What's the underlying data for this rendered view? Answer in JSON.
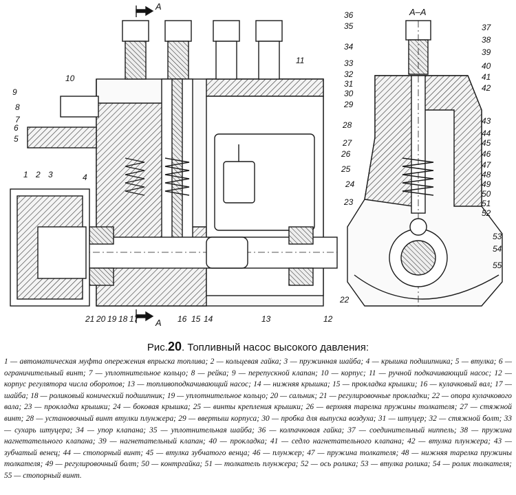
{
  "section_marks": {
    "arrow_top": "A",
    "arrow_bottom": "A",
    "view_title": "A–A"
  },
  "callouts_left": [
    "1",
    "2",
    "3",
    "4",
    "5",
    "6",
    "7",
    "8",
    "9",
    "10",
    "11",
    "12",
    "13",
    "14",
    "15",
    "16",
    "17",
    "18",
    "19",
    "20",
    "21"
  ],
  "callouts_right": [
    "22",
    "23",
    "24",
    "25",
    "26",
    "27",
    "28",
    "29",
    "30",
    "31",
    "32",
    "33",
    "34",
    "35",
    "36",
    "37",
    "38",
    "39",
    "40",
    "41",
    "42",
    "43",
    "44",
    "45",
    "46",
    "47",
    "48",
    "49",
    "50",
    "51",
    "52",
    "53",
    "54",
    "55"
  ],
  "caption": {
    "prefix": "Рис.",
    "number": "20",
    "text": ". Топливный насос высокого давления:"
  },
  "legend": [
    "1 — автоматическая муфта опережения впрыска топлива;",
    "2 — кольцевая гайка;",
    "3 — пружинная шайба;",
    "4 — крышка подшипника;",
    "5 — втулка;",
    "6 — ограничительный винт;",
    "7 — уплотнительное кольцо;",
    "8 — рейка;",
    "9 — перепускной клапан;",
    "10 — корпус;",
    "11 — ручной подкачивающий насос;",
    "12 — корпус регулятора числа оборотов;",
    "13 — топливоподкачивающий насос;",
    "14 — нижняя крышка;",
    "15 — прокладка крышки;",
    "16 — кулачковый вал;",
    "17 — шайба;",
    "18 — роликовый конический подшипник;",
    "19 — уплотнительное кольцо;",
    "20 — сальник;",
    "21 — регулировочные прокладки;",
    "22 — опора кулачкового вала;",
    "23 — прокладка крышки;",
    "24 — боковая крышка;",
    "25 — винты крепления крышки;",
    "26 — верхняя тарелка пружины толкателя;",
    "27 — стяжной винт;",
    "28 — установочный винт втулки плунжера;",
    "29 — ввертыш корпуса;",
    "30 — пробка для выпуска воздуха;",
    "31 — штуцер;",
    "32 — стяжной болт;",
    "33 — сухарь штуцера;",
    "34 — упор клапана;",
    "35 — уплотнительная шайба;",
    "36 — колпачковая гайка;",
    "37 — соединительный ниппель;",
    "38 — пружина нагнетательного клапана;",
    "39 — нагнетательный клапан;",
    "40 — прокладка;",
    "41 — седло нагнетательного клапана;",
    "42 — втулка плунжера;",
    "43 — зубчатый венец;",
    "44 — стопорный винт;",
    "45 — втулка зубчатого венца;",
    "46 — плунжер;",
    "47 — пружина толкателя;",
    "48 — нижняя тарелка пружины толкателя;",
    "49 — регулировочный болт;",
    "50 — контргайка;",
    "51 — толкатель плунжера;",
    "52 — ось ролика;",
    "53 — втулка ролика;",
    "54 — ролик толкателя;",
    "55 — стопорный винт."
  ]
}
